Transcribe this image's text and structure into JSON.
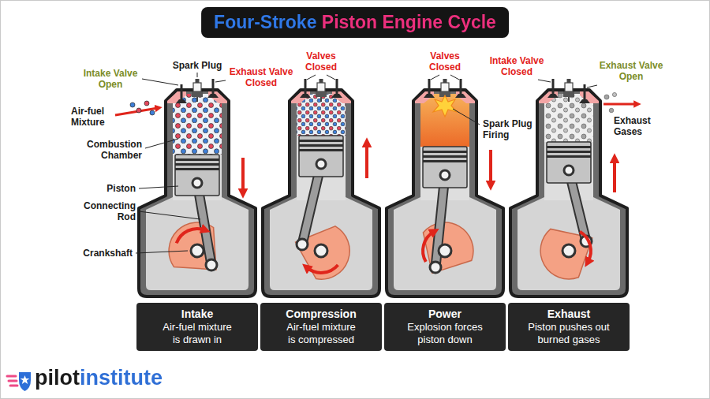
{
  "diagram": {
    "title": "Four-Stroke Piston Engine Cycle",
    "nodes": [
      {
        "text": [
          "Intake",
          "Air-fuel mixture is drawn in"
        ]
      },
      {
        "text": [
          "Compression",
          "Air-fuel mixture is compressed"
        ]
      },
      {
        "text": [
          "Power",
          "Explosion forces piston down"
        ]
      },
      {
        "text": [
          "Exhaust",
          "Piston pushes out burned gases"
        ]
      }
    ],
    "labels": [
      "Intake Valve Open",
      "Spark Plug",
      "Exhaust Valve Closed",
      "Air-fuel Mixture",
      "Combustion Chamber",
      "Piston",
      "Connecting Rod",
      "Crankshaft",
      "Valves Closed",
      "Valves Closed",
      "Spark Plug Firing",
      "Intake Valve Closed",
      "Exhaust Valve Open",
      "Exhaust Gases",
      "pilotinstitute"
    ]
  }
}
